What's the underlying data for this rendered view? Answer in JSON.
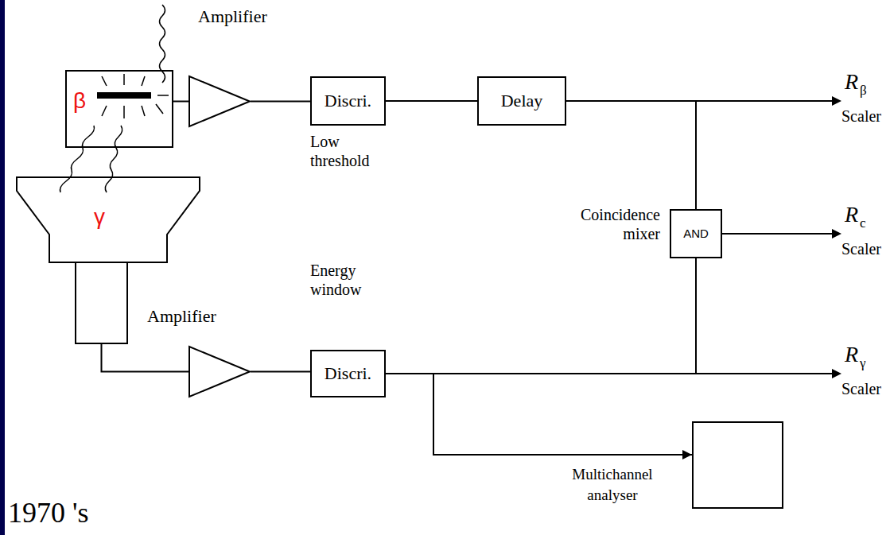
{
  "diagram": {
    "nodes": [
      {
        "text": [
          "β"
        ]
      },
      {
        "text": [
          "Amplifier"
        ]
      },
      {
        "text": [
          "Discri.",
          "Low threshold"
        ]
      },
      {
        "text": [
          "Delay"
        ]
      },
      {
        "text": [
          "Coincidence mixer",
          "AND"
        ]
      },
      {
        "text": [
          "γ"
        ]
      },
      {
        "text": [
          "Amplifier"
        ]
      },
      {
        "text": [
          "Energy window",
          "Discri."
        ]
      },
      {
        "text": [
          "Multichannel analyser"
        ]
      }
    ],
    "edges": [
      {
        "from": 0,
        "to": 1,
        "arrow": "none"
      },
      {
        "from": 1,
        "to": 2,
        "arrow": "none"
      },
      {
        "from": 2,
        "to": 3,
        "arrow": "none"
      },
      {
        "from": 3,
        "to": 4,
        "arrow": "none"
      },
      {
        "from": 5,
        "to": 6,
        "arrow": "none"
      },
      {
        "from": 6,
        "to": 7,
        "arrow": "none"
      },
      {
        "from": 7,
        "to": 4,
        "arrow": "none"
      },
      {
        "from": 7,
        "to": 8,
        "arrow": "to"
      }
    ],
    "labels": [
      "R",
      "β",
      "Scaler",
      "R",
      "c",
      "Scaler",
      "R",
      "γ",
      "Scaler",
      "1970 's"
    ]
  }
}
